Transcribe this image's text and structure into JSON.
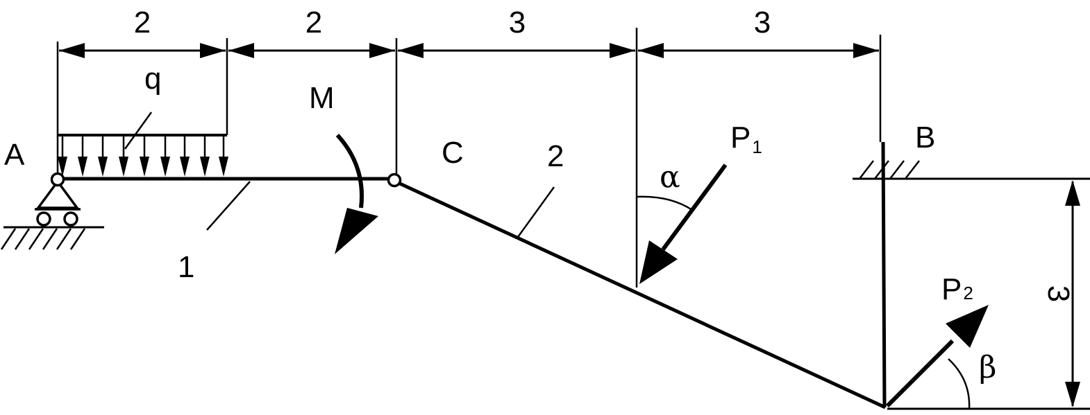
{
  "dimensions": {
    "top": [
      "2",
      "2",
      "3",
      "3"
    ],
    "right": "3"
  },
  "labels": {
    "support_a": "A",
    "support_b": "B",
    "hinge_c": "C",
    "load_q": "q",
    "moment": "M",
    "member_1": "1",
    "member_2": "2",
    "force_p1": "P",
    "force_p1_sub": "1",
    "force_p2": "P",
    "force_p2_sub": "2",
    "angle_alpha": "α",
    "angle_beta": "β"
  }
}
